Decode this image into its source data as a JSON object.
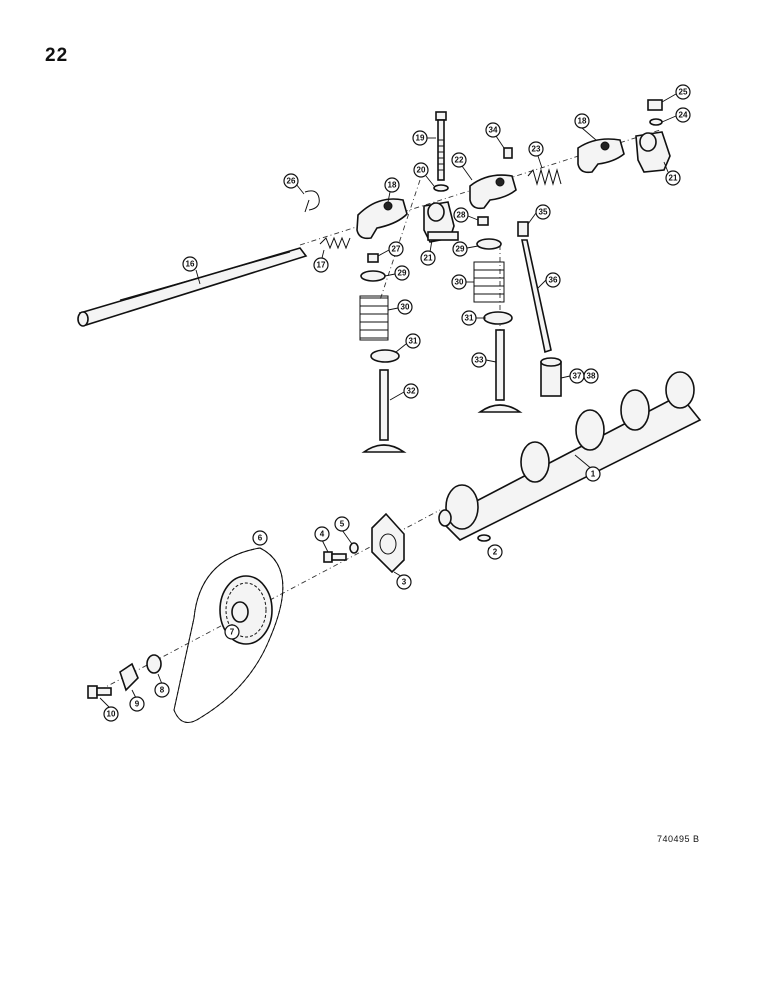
{
  "page": {
    "number": "22",
    "figure_code": "740495 B"
  },
  "callouts": [
    {
      "label": "1"
    },
    {
      "label": "2"
    },
    {
      "label": "3"
    },
    {
      "label": "4"
    },
    {
      "label": "5"
    },
    {
      "label": "6"
    },
    {
      "label": "7"
    },
    {
      "label": "8"
    },
    {
      "label": "9"
    },
    {
      "label": "10"
    },
    {
      "label": "16"
    },
    {
      "label": "17"
    },
    {
      "label": "18"
    },
    {
      "label": "18"
    },
    {
      "label": "19"
    },
    {
      "label": "20"
    },
    {
      "label": "21"
    },
    {
      "label": "21"
    },
    {
      "label": "22"
    },
    {
      "label": "23"
    },
    {
      "label": "24"
    },
    {
      "label": "25"
    },
    {
      "label": "26"
    },
    {
      "label": "27"
    },
    {
      "label": "28"
    },
    {
      "label": "29"
    },
    {
      "label": "29"
    },
    {
      "label": "30"
    },
    {
      "label": "30"
    },
    {
      "label": "31"
    },
    {
      "label": "31"
    },
    {
      "label": "32"
    },
    {
      "label": "33"
    },
    {
      "label": "34"
    },
    {
      "label": "35"
    },
    {
      "label": "36"
    },
    {
      "label": "37"
    },
    {
      "label": "38"
    }
  ]
}
